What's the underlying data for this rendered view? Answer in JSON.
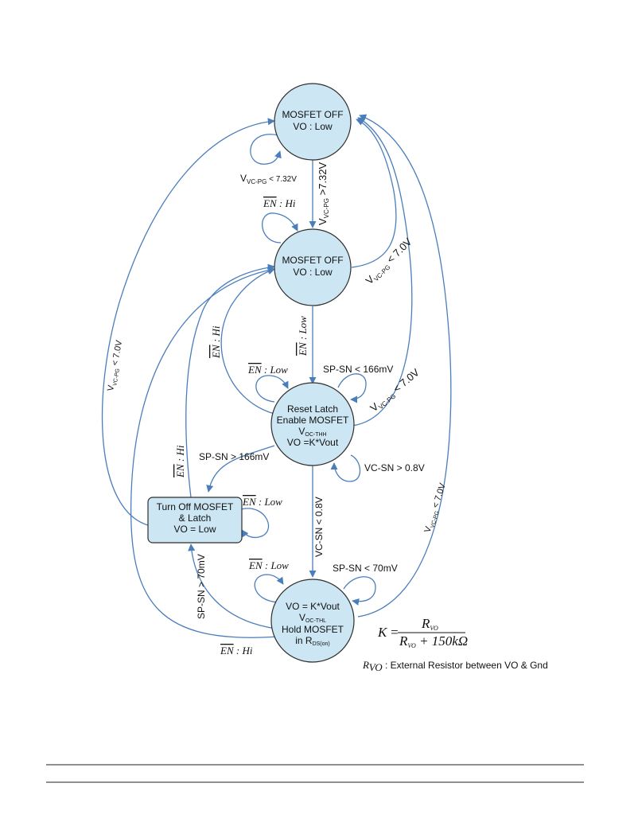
{
  "states": {
    "s1": {
      "line1": "MOSFET OFF",
      "line2": "VO : Low"
    },
    "s2": {
      "line1": "MOSFET OFF",
      "line2": "VO : Low"
    },
    "s3": {
      "line1": "Reset Latch",
      "line2": "Enable MOSFET",
      "line3": "V",
      "line3_sub": "OC-THH",
      "line4": "VO =K*Vout"
    },
    "s4": {
      "line1": "Turn Off MOSFET",
      "line2": "& Latch",
      "line3": "VO = Low"
    },
    "s5": {
      "line1": "VO = K*Vout",
      "line2": "V",
      "line2_sub": "OC-THL",
      "line3": "Hold MOSFET",
      "line4": "in R",
      "line4_sub": "DS(on)"
    }
  },
  "labels": {
    "v": "V",
    "vcpg_sub": "VC-PG",
    "lt732": " < 7.32V",
    "gt732": " >7.32V",
    "lt70": " < 7.0V",
    "en": "EN",
    "hi": " : Hi",
    "low": " : Low",
    "spsn166": "SP-SN < 166mV",
    "spsn166gt": "SP-SN > 166mV",
    "vcsn08gt": "VC-SN > 0.8V",
    "vcsn08lt": "VC-SN < 0.8V",
    "spsn70lt": "SP-SN < 70mV",
    "spsn70gt": "SP-SN > 70mV"
  },
  "formula": {
    "k": "K",
    "eq": "=",
    "num": "R",
    "num_sub": "VO",
    "den_r": "R",
    "den_sub": "VO",
    "den_rest": " + 150kΩ",
    "note_r": "R",
    "note_sub": "VO",
    "note_text": " : External Resistor between VO & Gnd"
  }
}
